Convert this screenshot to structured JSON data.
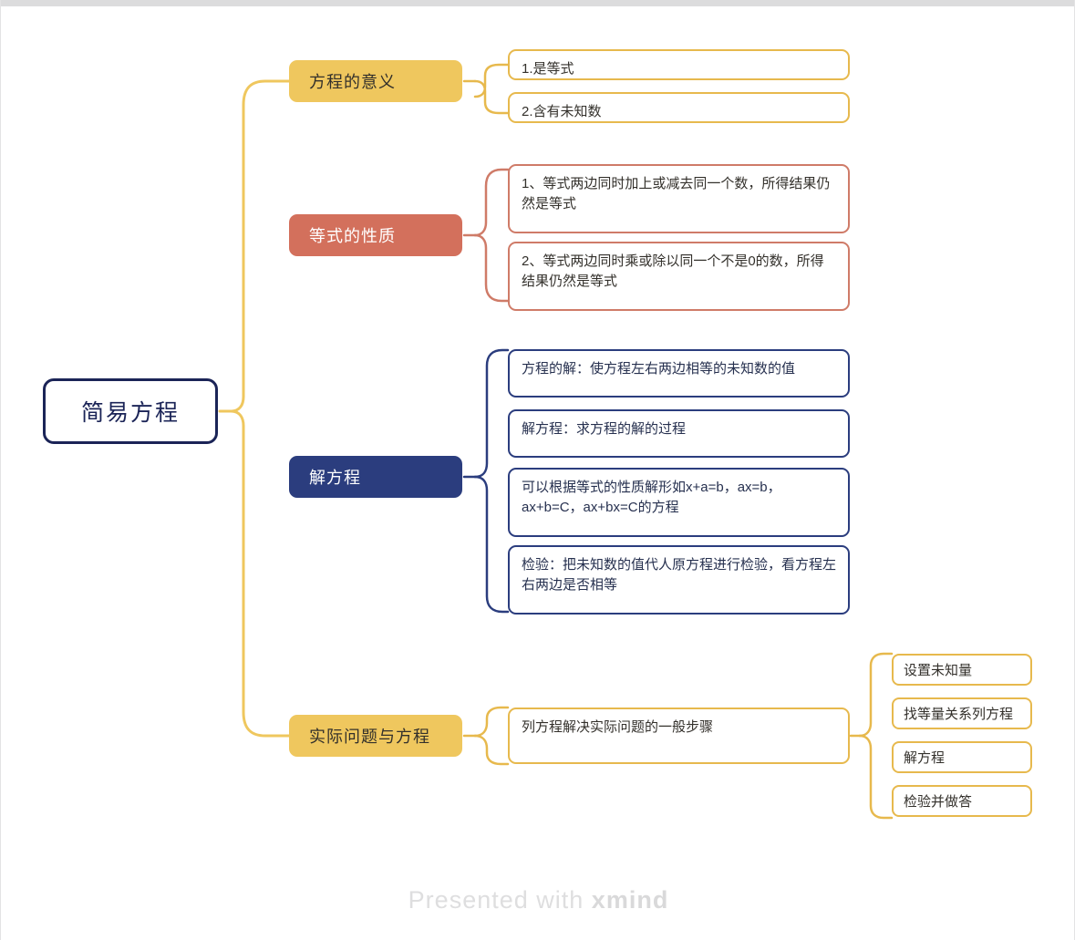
{
  "watermark": {
    "prefix": "Presented with",
    "brand": "xmind"
  },
  "colors": {
    "root_border": "#1b2457",
    "yellow": "#efc75e",
    "yellow_border": "#e7b94d",
    "salmon": "#d3705c",
    "salmon_border": "#cf7b68",
    "navy": "#2b3d7e",
    "page_background": "#ffffff"
  },
  "root": {
    "label": "简易方程"
  },
  "branches": [
    {
      "label": "方程的意义",
      "color": "yellow",
      "children": [
        {
          "text": "1.是等式"
        },
        {
          "text": "2.含有未知数"
        }
      ]
    },
    {
      "label": "等式的性质",
      "color": "salmon",
      "children": [
        {
          "text": "1、等式两边同时加上或减去同一个数，所得结果仍然是等式"
        },
        {
          "text": "2、等式两边同时乘或除以同一个不是0的数，所得结果仍然是等式"
        }
      ]
    },
    {
      "label": "解方程",
      "color": "navy",
      "children": [
        {
          "text": "方程的解：使方程左右两边相等的未知数的值"
        },
        {
          "text": "解方程：求方程的解的过程"
        },
        {
          "text": "可以根据等式的性质解形如x+a=b，ax=b，ax+b=C，ax+bx=C的方程"
        },
        {
          "text": "检验：把未知数的值代人原方程进行检验，看方程左右两边是否相等"
        }
      ]
    },
    {
      "label": "实际问题与方程",
      "color": "yellow",
      "children": [
        {
          "text": "列方程解决实际问题的一般步骤",
          "children": [
            {
              "text": "设置未知量"
            },
            {
              "text": "找等量关系列方程"
            },
            {
              "text": "解方程"
            },
            {
              "text": "检验并做答"
            }
          ]
        }
      ]
    }
  ]
}
